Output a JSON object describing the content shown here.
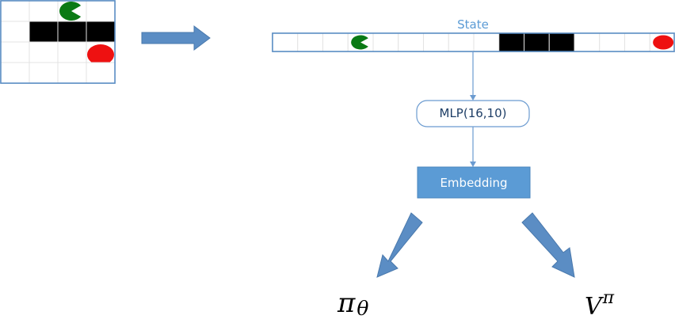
{
  "state_label": "State",
  "mlp_label": "MLP(16,10)",
  "embedding_label": "Embedding",
  "policy_symbol": "π",
  "policy_subscript": "θ",
  "value_symbol": "V",
  "value_superscript": "π",
  "grid": {
    "rows": 4,
    "cols": 4,
    "cells": [
      [
        "empty",
        "empty",
        "agent",
        "empty"
      ],
      [
        "empty",
        "wall",
        "wall",
        "wall"
      ],
      [
        "empty",
        "empty",
        "empty",
        "goal"
      ],
      [
        "empty",
        "empty",
        "empty",
        "empty"
      ]
    ]
  },
  "state_vector": [
    "empty",
    "empty",
    "empty",
    "agent",
    "empty",
    "empty",
    "empty",
    "empty",
    "empty",
    "wall",
    "wall",
    "wall",
    "empty",
    "empty",
    "empty",
    "goal"
  ],
  "colors": {
    "agent": "#0a7a14",
    "goal": "#ee1111",
    "wall": "#000000",
    "arrow": "#5b8dc4",
    "line": "#6b9bd0",
    "embedding_fill": "#5b9bd5",
    "state_label": "#5b9bd5"
  }
}
